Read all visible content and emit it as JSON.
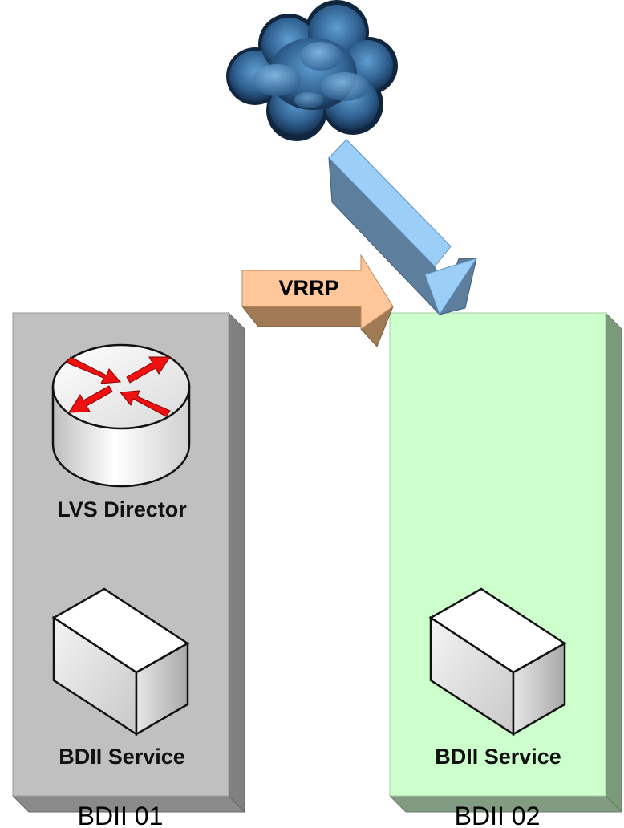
{
  "diagram": {
    "vrrp_label": "VRRP",
    "node_left": {
      "name": "BDII 01",
      "director_label": "LVS Director",
      "service_label": "BDII Service",
      "color": "#c0c0c0"
    },
    "node_right": {
      "name": "BDII 02",
      "service_label": "BDII Service",
      "color": "#ccffcc"
    },
    "icons": {
      "cloud": "cloud-icon",
      "router": "router-icon",
      "server": "server-box-icon",
      "traffic_arrow": "incoming-traffic-arrow",
      "vrrp_arrow": "vrrp-arrow"
    }
  }
}
